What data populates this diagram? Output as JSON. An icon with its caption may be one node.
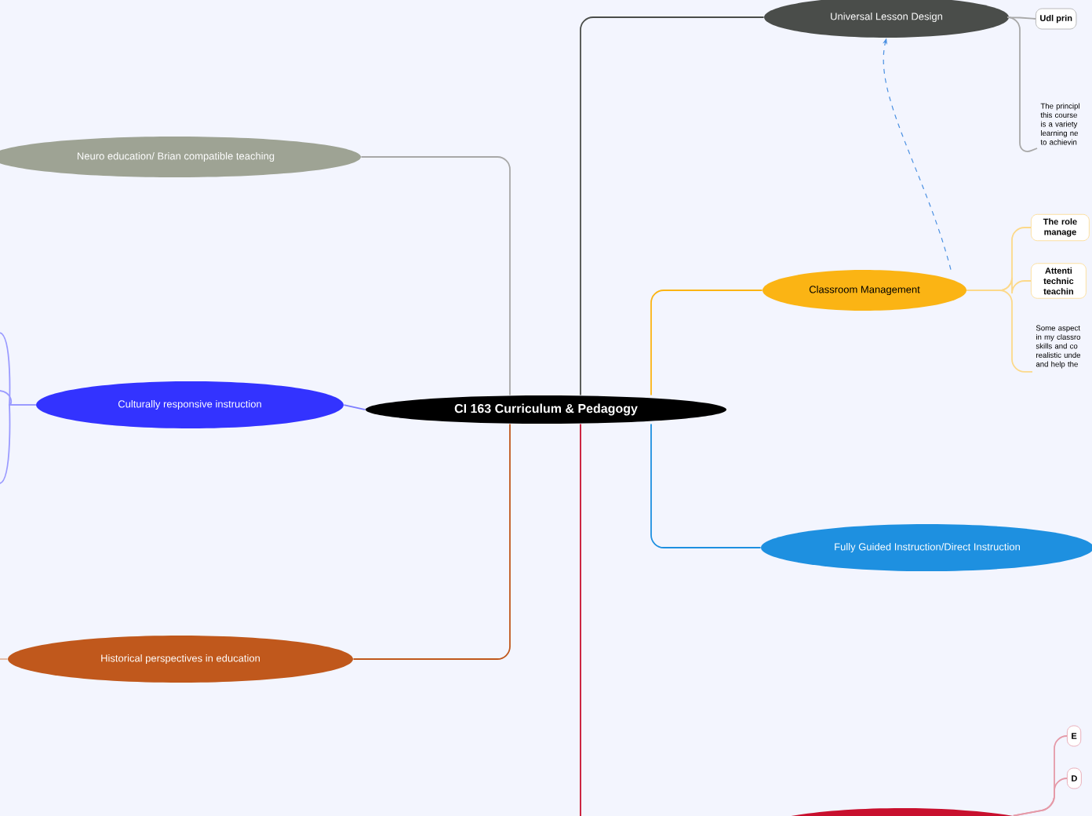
{
  "diagram": {
    "nodes": [
      {
        "text": [
          "CI 163 Curriculum & Pedagogy"
        ]
      },
      {
        "text": [
          "Universal Lesson Design"
        ]
      },
      {
        "text": [
          "Udl prin"
        ]
      },
      {
        "text": [
          "The principl this course is a variety learning ne to achievin"
        ]
      },
      {
        "text": [
          "Classroom Management"
        ]
      },
      {
        "text": [
          "The role manage"
        ]
      },
      {
        "text": [
          "Attenti technic teachin"
        ]
      },
      {
        "text": [
          "Some aspect in my classro skills and co realistic unde and help the"
        ]
      },
      {
        "text": [
          "Fully Guided Instruction/Direct Instruction"
        ]
      },
      {
        "text": [
          "Neuro education/ Brian compatible teaching"
        ]
      },
      {
        "text": [
          "Culturally responsive instruction"
        ]
      },
      {
        "text": [
          "Historical perspectives in education"
        ]
      },
      {
        "text": [],
        "shape": "ellipse"
      },
      {
        "text": [
          "E"
        ]
      },
      {
        "text": [
          "D"
        ]
      }
    ],
    "edges": [
      {
        "from": 0,
        "to": 1,
        "arrow": "none",
        "color": "#4a4d4a"
      },
      {
        "from": 0,
        "to": 4,
        "arrow": "none",
        "color": "#fbb414"
      },
      {
        "from": 0,
        "to": 8,
        "arrow": "none",
        "color": "#1e90e0"
      },
      {
        "from": 0,
        "to": 9,
        "arrow": "none",
        "color": "#a8a8a8"
      },
      {
        "from": 0,
        "to": 10,
        "arrow": "none",
        "color": "#7d7dff"
      },
      {
        "from": 0,
        "to": 11,
        "arrow": "none",
        "color": "#c0581c"
      },
      {
        "from": 0,
        "to": 12,
        "arrow": "none",
        "color": "#c8102e"
      },
      {
        "from": 1,
        "to": 2,
        "arrow": "none",
        "color": "#a9a9a9"
      },
      {
        "from": 1,
        "to": 3,
        "arrow": "none",
        "color": "#a9a9a9"
      },
      {
        "from": 4,
        "to": 5,
        "arrow": "none",
        "color": "#fcd98a"
      },
      {
        "from": 4,
        "to": 6,
        "arrow": "none",
        "color": "#fcd98a"
      },
      {
        "from": 4,
        "to": 7,
        "arrow": "none",
        "color": "#fcd98a"
      },
      {
        "from": 12,
        "to": 13,
        "arrow": "none",
        "color": "#e59aa8"
      },
      {
        "from": 12,
        "to": 14,
        "arrow": "none",
        "color": "#e59aa8"
      },
      {
        "from": 10,
        "to": null,
        "arrow": "none",
        "color": "#9b9bff"
      },
      {
        "from": 10,
        "to": null,
        "arrow": "none",
        "color": "#9b9bff"
      },
      {
        "from": 10,
        "to": null,
        "arrow": "none",
        "color": "#9b9bff"
      },
      {
        "from": 11,
        "to": null,
        "arrow": "none",
        "color": "#e0b8a0"
      },
      {
        "from": 4,
        "to": 1,
        "arrow": "to",
        "style": "dashed",
        "color": "#4a90e2"
      }
    ]
  }
}
